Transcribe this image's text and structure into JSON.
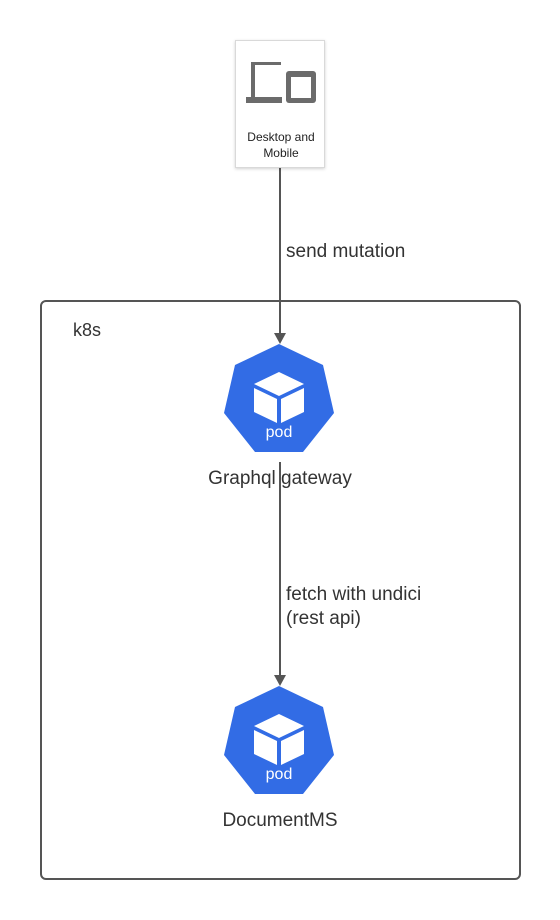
{
  "diagram": {
    "client": {
      "label": "Desktop and\nMobile",
      "icon": "desktop-mobile-icon"
    },
    "cluster": {
      "label": "k8s"
    },
    "nodes": [
      {
        "id": "gateway",
        "label": "Graphql gateway",
        "pod_text": "pod",
        "icon": "kubernetes-pod-icon"
      },
      {
        "id": "document",
        "label": "DocumentMS",
        "pod_text": "pod",
        "icon": "kubernetes-pod-icon"
      }
    ],
    "edges": [
      {
        "from": "client",
        "to": "gateway",
        "label": "send mutation"
      },
      {
        "from": "gateway",
        "to": "document",
        "label": "fetch with undici\n(rest api)"
      }
    ],
    "colors": {
      "pod_fill": "#326CE5",
      "line": "#555555",
      "cluster_border": "#555555",
      "device_icon": "#6b6b6b"
    }
  }
}
